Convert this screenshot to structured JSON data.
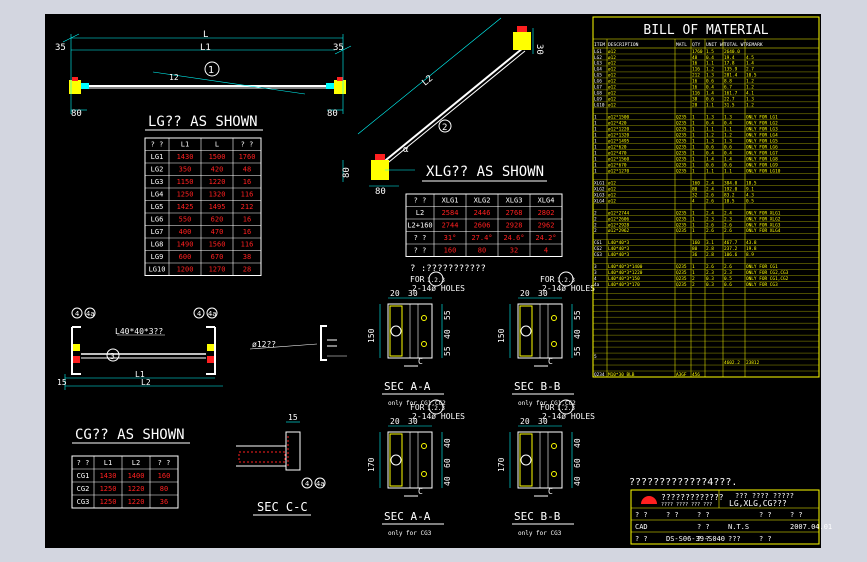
{
  "lg": {
    "title": "LG?? AS SHOWN",
    "dims": {
      "L": "L",
      "L1": "L1",
      "d35a": "35",
      "d35b": "35",
      "d80a": "80",
      "d80b": "80",
      "d12": "12",
      "b1": "1"
    },
    "headers": [
      "? ?",
      "L1",
      "L",
      "? ?"
    ],
    "rows": [
      [
        "LG1",
        "1430",
        "1500",
        "1760"
      ],
      [
        "LG2",
        "350",
        "420",
        "48"
      ],
      [
        "LG3",
        "1150",
        "1220",
        "16"
      ],
      [
        "LG4",
        "1250",
        "1320",
        "116"
      ],
      [
        "LG5",
        "1425",
        "1495",
        "212"
      ],
      [
        "LG6",
        "550",
        "620",
        "16"
      ],
      [
        "LG7",
        "400",
        "470",
        "16"
      ],
      [
        "LG8",
        "1490",
        "1560",
        "116"
      ],
      [
        "LG9",
        "600",
        "670",
        "38"
      ],
      [
        "LG10",
        "1200",
        "1270",
        "28"
      ]
    ]
  },
  "xlg": {
    "title": "XLG?? AS SHOWN",
    "dims": {
      "d30": "30",
      "d80": "80",
      "d80b": "80",
      "L2": "L2",
      "bubble": "2",
      "alpha": "α"
    },
    "headers": [
      "? ?",
      "XLG1",
      "XLG2",
      "XLG3",
      "XLG4"
    ],
    "rows": [
      [
        "L2",
        "2584",
        "2446",
        "2768",
        "2802"
      ],
      [
        "L2+160",
        "2744",
        "2606",
        "2928",
        "2962"
      ],
      [
        "? ?",
        "31°",
        "27.4°",
        "24.6°",
        "24.2°"
      ],
      [
        "? ?",
        "160",
        "80",
        "32",
        "4"
      ]
    ],
    "note": "? :???????????"
  },
  "cg": {
    "title": "CG?? AS SHOWN",
    "headers": [
      "? ?",
      "L1",
      "L2",
      "? ?"
    ],
    "rows": [
      [
        "CG1",
        "1430",
        "1400",
        "160"
      ],
      [
        "CG2",
        "1250",
        "1220",
        "80"
      ],
      [
        "CG3",
        "1250",
        "1220",
        "36"
      ]
    ],
    "dims": {
      "mid": "L40*40*3??",
      "L1": "L1",
      "L2": "L2",
      "d15": "15",
      "rod": "ø12??",
      "b3": "3",
      "t4": "4",
      "t4a": "4a",
      "t4b": "4",
      "t4c": "4a"
    }
  },
  "sections": {
    "for_label": "FOR",
    "for_num": "1.2.3",
    "holes": "2-14ø HOLES",
    "aa_title": "SEC A-A",
    "bb_title": "SEC B-B",
    "cc_title": "SEC C-C",
    "only_cg12": "only for CG1,CG2",
    "only_cg3": "only for CG3",
    "d20": "20",
    "d30": "30",
    "d150": "150",
    "d170": "170",
    "d55": "55",
    "d40": "40",
    "d60": "60",
    "A": "A",
    "B": "B",
    "C": "C",
    "d15": "15",
    "t4": "4",
    "t4a": "4a"
  },
  "bom": {
    "title": "BILL OF MATERIAL",
    "headers": [
      "ITEM",
      "DESCRIPTION",
      "MATL",
      "QTY",
      "UNIT WT",
      "TOTAL WT",
      "REMARK"
    ],
    "rows": [
      [
        "LG1",
        "ø12",
        "",
        "1760",
        "1.5",
        "2640.0",
        ""
      ],
      [
        "LG2",
        "ø12",
        "",
        "48",
        "0.4",
        "19.4",
        "4.5"
      ],
      [
        "LG3",
        "ø12",
        "",
        "16",
        "1.1",
        "17.8",
        "1.4"
      ],
      [
        "LG4",
        "ø12",
        "",
        "116",
        "1.2",
        "135.9",
        "2.7"
      ],
      [
        "LG5",
        "ø12",
        "",
        "212",
        "1.3",
        "281.4",
        "10.5"
      ],
      [
        "LG6",
        "ø12",
        "",
        "16",
        "0.6",
        "8.8",
        "1.2"
      ],
      [
        "LG7",
        "ø12",
        "",
        "16",
        "0.4",
        "6.7",
        "1.2"
      ],
      [
        "LG8",
        "ø12",
        "",
        "116",
        "1.4",
        "161.7",
        "4.1"
      ],
      [
        "LG9",
        "ø12",
        "",
        "38",
        "0.6",
        "22.7",
        "1.3"
      ],
      [
        "LG10",
        "ø12",
        "",
        "28",
        "1.1",
        "31.5",
        "1.2"
      ],
      [
        "",
        "",
        "",
        "",
        "",
        "",
        ""
      ],
      [
        "1",
        "ø12*1500",
        "Q235",
        "1",
        "1.3",
        "1.3",
        "ONLY FOR LG1"
      ],
      [
        "1",
        "ø12*420",
        "Q235",
        "1",
        "0.4",
        "0.4",
        "ONLY FOR LG2"
      ],
      [
        "1",
        "ø12*1220",
        "Q235",
        "1",
        "1.1",
        "1.1",
        "ONLY FOR LG3"
      ],
      [
        "1",
        "ø12*1320",
        "Q235",
        "1",
        "1.2",
        "1.2",
        "ONLY FOR LG4"
      ],
      [
        "1",
        "ø12*1495",
        "Q235",
        "1",
        "1.3",
        "1.3",
        "ONLY FOR LG5"
      ],
      [
        "1",
        "ø12*620",
        "Q235",
        "1",
        "0.6",
        "0.6",
        "ONLY FOR LG6"
      ],
      [
        "1",
        "ø12*470",
        "Q235",
        "1",
        "0.4",
        "0.4",
        "ONLY FOR LG7"
      ],
      [
        "1",
        "ø12*1560",
        "Q235",
        "1",
        "1.4",
        "1.4",
        "ONLY FOR LG8"
      ],
      [
        "1",
        "ø12*670",
        "Q235",
        "1",
        "0.6",
        "0.6",
        "ONLY FOR LG9"
      ],
      [
        "1",
        "ø12*1270",
        "Q235",
        "1",
        "1.1",
        "1.1",
        "ONLY FOR LG10"
      ],
      [
        "",
        "",
        "",
        "",
        "",
        "",
        ""
      ],
      [
        "XLG1",
        "ø12",
        "",
        "160",
        "2.4",
        "384.0",
        "18.5"
      ],
      [
        "XLG2",
        "ø12",
        "",
        "80",
        "2.4",
        "192.0",
        "9.1"
      ],
      [
        "XLG3",
        "ø12",
        "",
        "32",
        "2.6",
        "83.2",
        "4.3"
      ],
      [
        "XLG4",
        "ø12",
        "",
        "4",
        "2.6",
        "10.5",
        "0.5"
      ],
      [
        "",
        "",
        "",
        "",
        "",
        "",
        ""
      ],
      [
        "2",
        "ø12*2744",
        "Q235",
        "1",
        "2.4",
        "2.4",
        "ONLY FOR XLG1"
      ],
      [
        "2",
        "ø12*2606",
        "Q235",
        "1",
        "2.3",
        "2.3",
        "ONLY FOR XLG2"
      ],
      [
        "2",
        "ø12*2928",
        "Q235",
        "1",
        "2.6",
        "2.6",
        "ONLY FOR XLG3"
      ],
      [
        "2",
        "ø12*2962",
        "Q235",
        "1",
        "2.6",
        "2.6",
        "ONLY FOR XLG4"
      ],
      [
        "",
        "",
        "",
        "",
        "",
        "",
        ""
      ],
      [
        "CG1",
        "L40*40*3",
        "",
        "160",
        "3.1",
        "467.7",
        "43.8"
      ],
      [
        "CG2",
        "L40*40*3",
        "",
        "80",
        "2.8",
        "237.2",
        "19.8"
      ],
      [
        "CG3",
        "L40*40*3",
        "",
        "36",
        "2.8",
        "106.6",
        "8.9"
      ],
      [
        "",
        "",
        "",
        "",
        "",
        "",
        ""
      ],
      [
        "3",
        "L40*40*3*1400",
        "Q235",
        "1",
        "2.6",
        "2.6",
        "ONLY FOR CG1"
      ],
      [
        "3",
        "L40*40*3*1220",
        "Q235",
        "1",
        "2.3",
        "2.3",
        "ONLY FOR CG2,CG3"
      ],
      [
        "4",
        "L40*40*3*150",
        "Q235",
        "2",
        "0.3",
        "0.5",
        "ONLY FOR CG1,CG2"
      ],
      [
        "4a",
        "L40*40*3*170",
        "Q235",
        "2",
        "0.3",
        "0.6",
        "ONLY FOR CG3"
      ],
      [
        "",
        "",
        "",
        "",
        "",
        "",
        ""
      ],
      [
        "",
        "",
        "",
        "",
        "",
        "",
        ""
      ],
      [
        "",
        "",
        "",
        "",
        "",
        "",
        ""
      ],
      [
        "",
        "",
        "",
        "",
        "",
        "",
        ""
      ],
      [
        "",
        "",
        "",
        "",
        "",
        "",
        ""
      ],
      [
        "",
        "",
        "",
        "",
        "",
        "",
        ""
      ],
      [
        "",
        "",
        "",
        "",
        "",
        "",
        ""
      ],
      [
        "",
        "",
        "",
        "",
        "",
        "",
        ""
      ],
      [
        "",
        "",
        "",
        "",
        "",
        "",
        ""
      ],
      [
        "",
        "",
        "",
        "",
        "",
        "",
        ""
      ],
      [
        "",
        "",
        "",
        "",
        "",
        "",
        ""
      ],
      [
        "5",
        "",
        "",
        "",
        "",
        "",
        ""
      ],
      [
        "",
        "",
        "",
        "",
        "",
        "4602.2",
        "23812"
      ],
      [
        "",
        "",
        "",
        "",
        "",
        "",
        ""
      ],
      [
        "Q234",
        "M10*30 BLB",
        "A3GF",
        "456",
        "",
        "",
        ""
      ]
    ]
  },
  "titleblock": {
    "heading": "?????????????4???.",
    "company": "?????????????",
    "company_sub": "???? ???? ??? ???",
    "drawing": "??? ???? ?????",
    "drawing_sub": "LG,XLG,CG???",
    "r1": [
      "? ?",
      "? ?",
      "? ?",
      "",
      "? ?",
      "? ?"
    ],
    "r2": [
      "CAD",
      "",
      "? ?",
      "N.T.S",
      "",
      "2007.04.01"
    ],
    "r3": [
      "? ?",
      "DS-S06-39-S040",
      "? ?",
      "???",
      "? ?"
    ]
  }
}
